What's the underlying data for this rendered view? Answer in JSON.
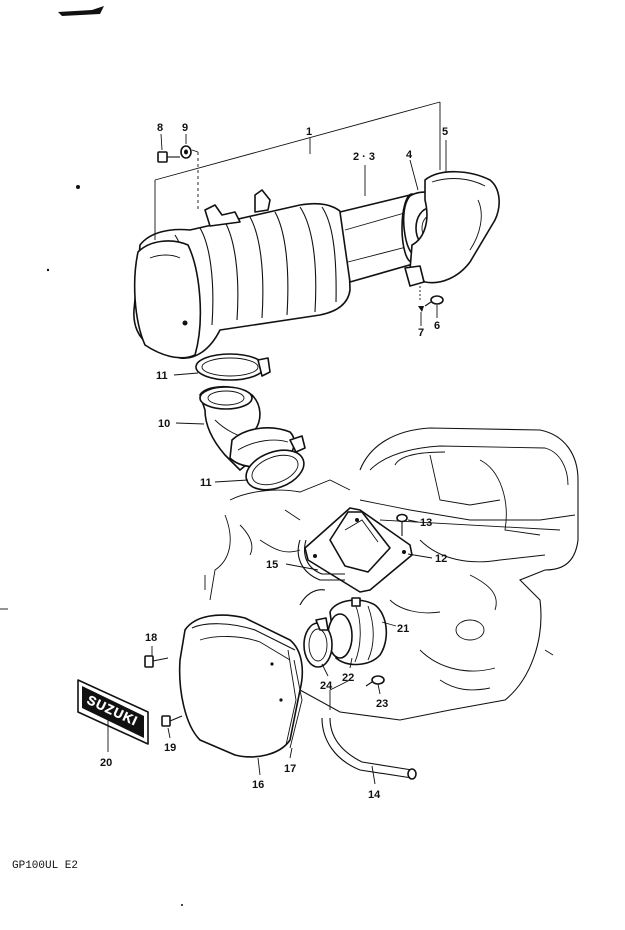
{
  "caption": "GP100UL E2",
  "callouts": [
    {
      "id": "c1",
      "text": "1"
    },
    {
      "id": "c23a",
      "text": "2 · 3"
    },
    {
      "id": "c4",
      "text": "4"
    },
    {
      "id": "c5",
      "text": "5"
    },
    {
      "id": "c6",
      "text": "6"
    },
    {
      "id": "c7",
      "text": "7"
    },
    {
      "id": "c8",
      "text": "8"
    },
    {
      "id": "c9",
      "text": "9"
    },
    {
      "id": "c10",
      "text": "10"
    },
    {
      "id": "c11a",
      "text": "11"
    },
    {
      "id": "c11b",
      "text": "11"
    },
    {
      "id": "c12",
      "text": "12"
    },
    {
      "id": "c13",
      "text": "13"
    },
    {
      "id": "c14",
      "text": "14"
    },
    {
      "id": "c15",
      "text": "15"
    },
    {
      "id": "c16",
      "text": "16"
    },
    {
      "id": "c17",
      "text": "17"
    },
    {
      "id": "c18",
      "text": "18"
    },
    {
      "id": "c19",
      "text": "19"
    },
    {
      "id": "c20",
      "text": "20"
    },
    {
      "id": "c21",
      "text": "21"
    },
    {
      "id": "c22",
      "text": "22"
    },
    {
      "id": "c23",
      "text": "23"
    },
    {
      "id": "c24",
      "text": "24"
    }
  ],
  "emblem_text": "SUZUKI"
}
